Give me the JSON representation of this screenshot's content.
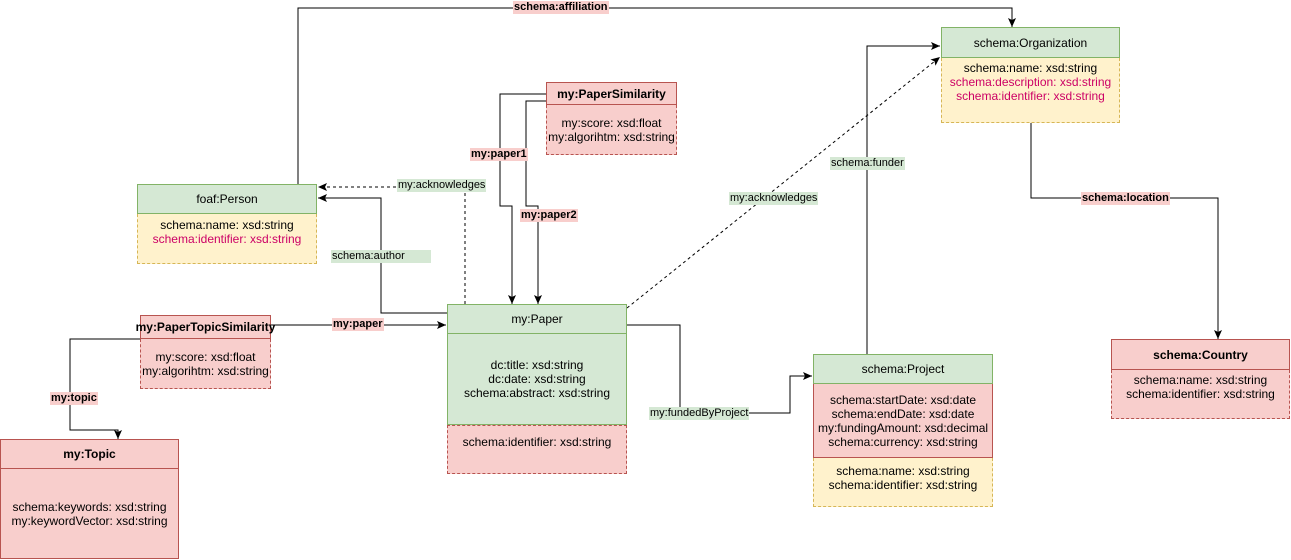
{
  "nodes": {
    "organization": {
      "title": "schema:Organization",
      "attrs": [
        "schema:name: xsd:string",
        "schema:description: xsd:string",
        "schema:identifier: xsd:string"
      ]
    },
    "person": {
      "title": "foaf:Person",
      "attrs": [
        "schema:name: xsd:string",
        "schema:identifier: xsd:string"
      ]
    },
    "paper_similarity": {
      "title": "my:PaperSimilarity",
      "attrs": [
        "my:score: xsd:float",
        "my:algorihtm: xsd:string"
      ]
    },
    "paper_topic_similarity": {
      "title": "my:PaperTopicSimilarity",
      "attrs": [
        "my:score: xsd:float",
        "my:algorihtm: xsd:string"
      ]
    },
    "paper": {
      "title": "my:Paper",
      "attrs": [
        "dc:title: xsd:string",
        "dc:date: xsd:string",
        "schema:abstract: xsd:string"
      ],
      "extra_attrs": [
        "schema:identifier: xsd:string"
      ]
    },
    "project": {
      "title": "schema:Project",
      "attrs": [
        "schema:startDate: xsd:date",
        "schema:endDate: xsd:date",
        "my:fundingAmount: xsd:decimal",
        "schema:currency: xsd:string"
      ],
      "extra_attrs": [
        "schema:name: xsd:string",
        "schema:identifier: xsd:string"
      ]
    },
    "country": {
      "title": "schema:Country",
      "attrs": [
        "schema:name: xsd:string",
        "schema:identifier: xsd:string"
      ]
    },
    "topic": {
      "title": "my:Topic",
      "attrs": [
        "schema:keywords: xsd:string",
        "my:keywordVector: xsd:string"
      ]
    }
  },
  "edges": {
    "affiliation": "schema:affiliation",
    "funder": "schema:funder",
    "location": "schema:location",
    "acknowledges_person": "my:acknowledges",
    "acknowledges_org": "my:acknowledges",
    "author": "schema:author",
    "paper1": "my:paper1",
    "paper2": "my:paper2",
    "paper": "my:paper",
    "topic": "my:topic",
    "funded_by_project": "my:fundedByProject"
  },
  "colors": {
    "green_fill": "#d5e8d4",
    "green_stroke": "#82b366",
    "red_fill": "#f8cecc",
    "red_stroke": "#b85450",
    "yellow_fill": "#fff2cc",
    "yellow_stroke": "#d6b656",
    "pink_text": "#cc0066"
  }
}
